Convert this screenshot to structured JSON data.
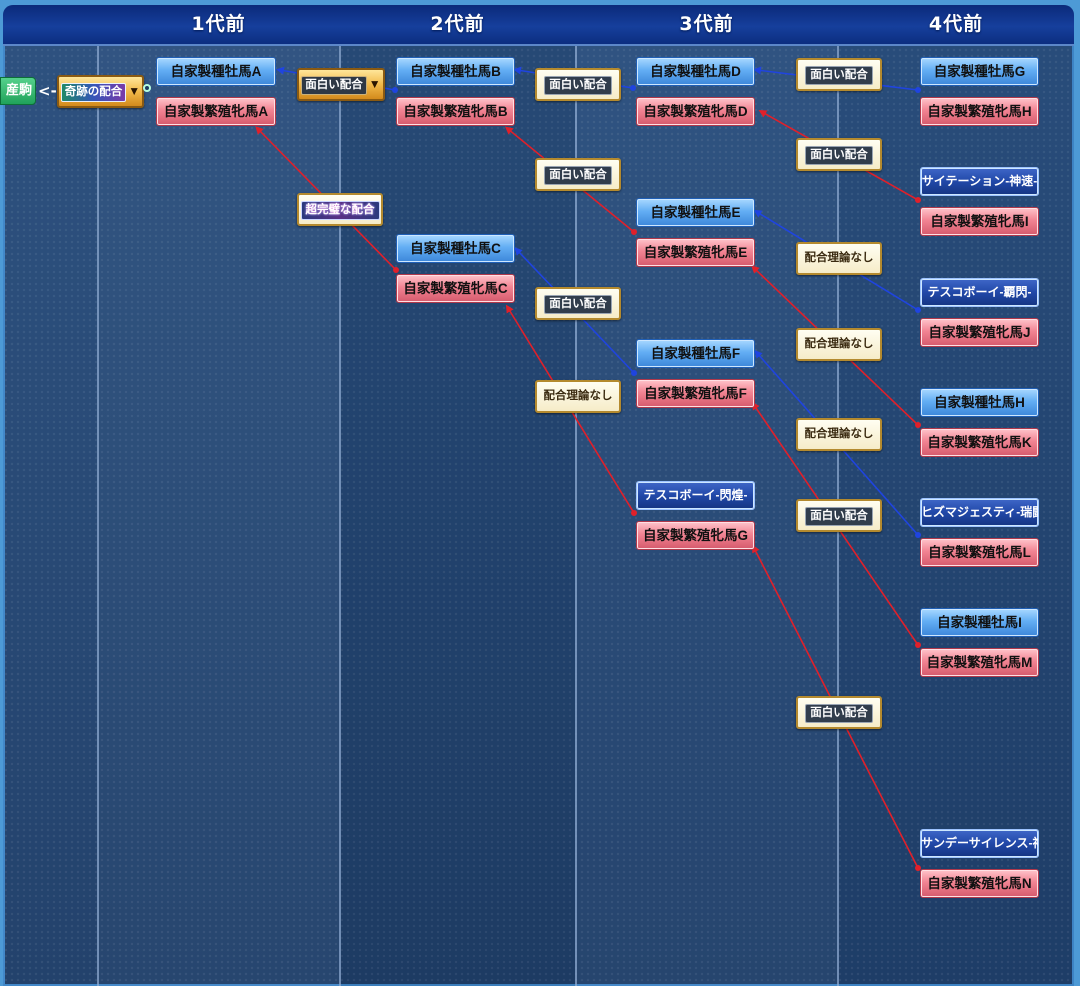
{
  "columns": [
    {
      "label": "1代前"
    },
    {
      "label": "2代前"
    },
    {
      "label": "3代前"
    },
    {
      "label": "4代前"
    }
  ],
  "foal": {
    "label": "産駒"
  },
  "miracle": {
    "label": "奇跡の配合",
    "dropdown_glyph": "▼",
    "connector_left": "<-",
    "connector_right": "-○"
  },
  "horses": {
    "sire_a": "自家製種牡馬A",
    "mare_a": "自家製繁殖牝馬A",
    "sire_b": "自家製種牡馬B",
    "mare_b": "自家製繁殖牝馬B",
    "sire_c": "自家製種牡馬C",
    "mare_c": "自家製繁殖牝馬C",
    "sire_d": "自家製種牡馬D",
    "mare_d": "自家製繁殖牝馬D",
    "sire_e": "自家製種牡馬E",
    "mare_e": "自家製繁殖牝馬E",
    "sire_f": "自家製種牡馬F",
    "mare_f": "自家製繁殖牝馬F",
    "sire_g3": "テスコボーイ-閃煌-",
    "mare_g": "自家製繁殖牝馬G",
    "sire_g": "自家製種牡馬G",
    "mare_h": "自家製繁殖牝馬H",
    "sire_citation": "サイテーション-神速-",
    "mare_i": "自家製繁殖牝馬I",
    "sire_tesco4": "テスコボーイ-覇閃-",
    "mare_j": "自家製繁殖牝馬J",
    "sire_h": "自家製種牡馬H",
    "mare_k": "自家製繁殖牝馬K",
    "sire_his": "ヒズマジェスティ-瑞闘-",
    "mare_l": "自家製繁殖牝馬L",
    "sire_i": "自家製種牡馬I",
    "mare_m": "自家製繁殖牝馬M",
    "sire_sunday": "サンデーサイレンス-神速-",
    "mare_n": "自家製繁殖牝馬N"
  },
  "tags": {
    "t_a": {
      "label": "面白い配合",
      "glyph": "▼"
    },
    "t_super": {
      "label": "超完璧な配合"
    },
    "t_b": {
      "label": "面白い配合"
    },
    "t_bm": {
      "label": "面白い配合"
    },
    "t_c": {
      "label": "面白い配合"
    },
    "t_cm": {
      "label": "配合理論なし"
    },
    "t_d": {
      "label": "面白い配合"
    },
    "t_dm": {
      "label": "面白い配合"
    },
    "t_e": {
      "label": "配合理論なし"
    },
    "t_em": {
      "label": "配合理論なし"
    },
    "t_f": {
      "label": "配合理論なし"
    },
    "t_fm": {
      "label": "面白い配合"
    },
    "t_gm": {
      "label": "面白い配合"
    }
  },
  "colors": {
    "sire_link": "#1f44e0",
    "mare_link": "#e0202a",
    "header_bg": "#163f9c",
    "frame_border": "#4d9ad6"
  }
}
